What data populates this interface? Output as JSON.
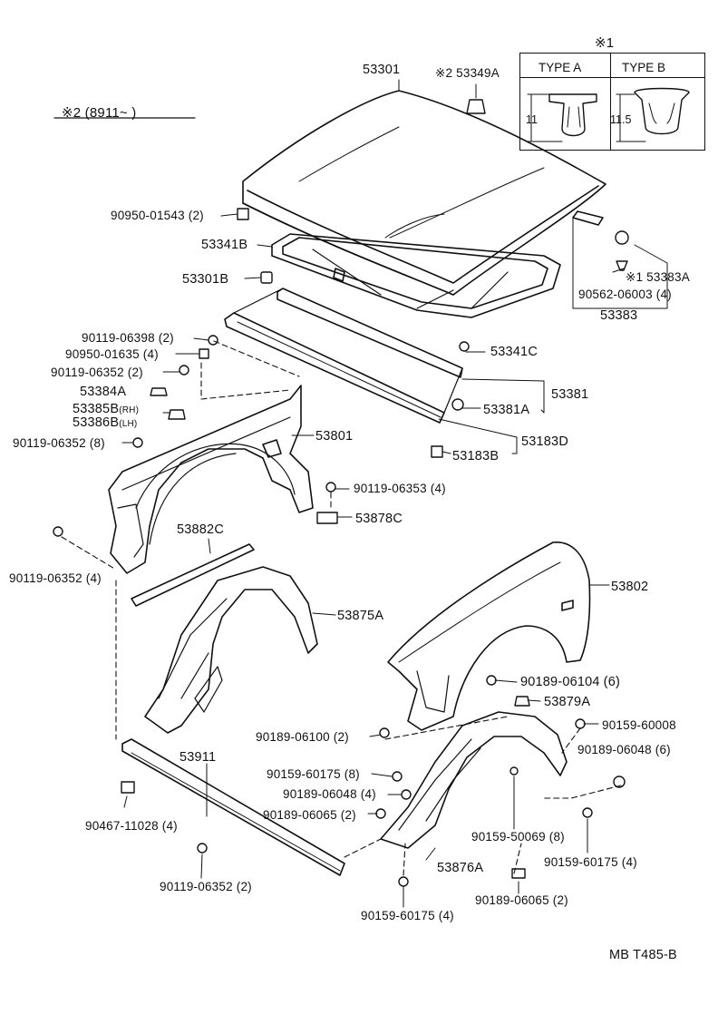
{
  "diagram": {
    "variant_note": "※2 (8911~      )",
    "inset": {
      "mark": "※1",
      "col_a_title": "TYPE A",
      "col_b_title": "TYPE B",
      "dim_a": "11",
      "dim_b": "11.5"
    },
    "parts": {
      "p53301": "53301",
      "p53349a": "※2 53349A",
      "p90950_01543": "90950-01543",
      "p90950_01543_qty": "(2)",
      "p53341b": "53341B",
      "p53301b": "53301B",
      "p53383a": "※1 53383A",
      "p90562_06003": "90562-06003",
      "p90562_06003_qty": "(4)",
      "p53383": "53383",
      "p90119_06398": "90119-06398",
      "p90119_06398_qty": "(2)",
      "p90950_01635": "90950-01635",
      "p90950_01635_qty": "(4)",
      "p53341c": "53341C",
      "p90119_06352a": "90119-06352",
      "p90119_06352a_qty": "(2)",
      "p53384a": "53384A",
      "p53385b": "53385B",
      "p53385b_side": "(RH)",
      "p53386b": "53386B",
      "p53386b_side": "(LH)",
      "p53381a": "53381A",
      "p53381": "53381",
      "p90119_06352b": "90119-06352",
      "p90119_06352b_qty": "(8)",
      "p53801": "53801",
      "p53183d": "53183D",
      "p53183b": "53183B",
      "p90119_06353": "90119-06353",
      "p90119_06353_qty": "(4)",
      "p53878c": "53878C",
      "p53882c": "53882C",
      "p90119_06352c": "90119-06352",
      "p90119_06352c_qty": "(4)",
      "p53802": "53802",
      "p53875a": "53875A",
      "p90189_06104": "90189-06104",
      "p90189_06104_qty": "(6)",
      "p53879a": "53879A",
      "p90189_06100": "90189-06100",
      "p90189_06100_qty": "(2)",
      "p90159_60008": "90159-60008",
      "p53911": "53911",
      "p90189_06048a": "90189-06048",
      "p90189_06048a_qty": "(6)",
      "p90159_60175a": "90159-60175",
      "p90159_60175a_qty": "(8)",
      "p90189_06048b": "90189-06048",
      "p90189_06048b_qty": "(4)",
      "p90189_06065a": "90189-06065",
      "p90189_06065a_qty": "(2)",
      "p90467_11028": "90467-11028",
      "p90467_11028_qty": "(4)",
      "p90159_50069": "90159-50069",
      "p90159_50069_qty": "(8)",
      "p90159_60175b": "90159-60175",
      "p90159_60175b_qty": "(4)",
      "p53876a": "53876A",
      "p90119_06352d": "90119-06352",
      "p90119_06352d_qty": "(2)",
      "p90189_06065b": "90189-06065",
      "p90189_06065b_qty": "(2)",
      "p90159_60175c": "90159-60175",
      "p90159_60175c_qty": "(4)"
    },
    "reference": "MB T485-B"
  }
}
